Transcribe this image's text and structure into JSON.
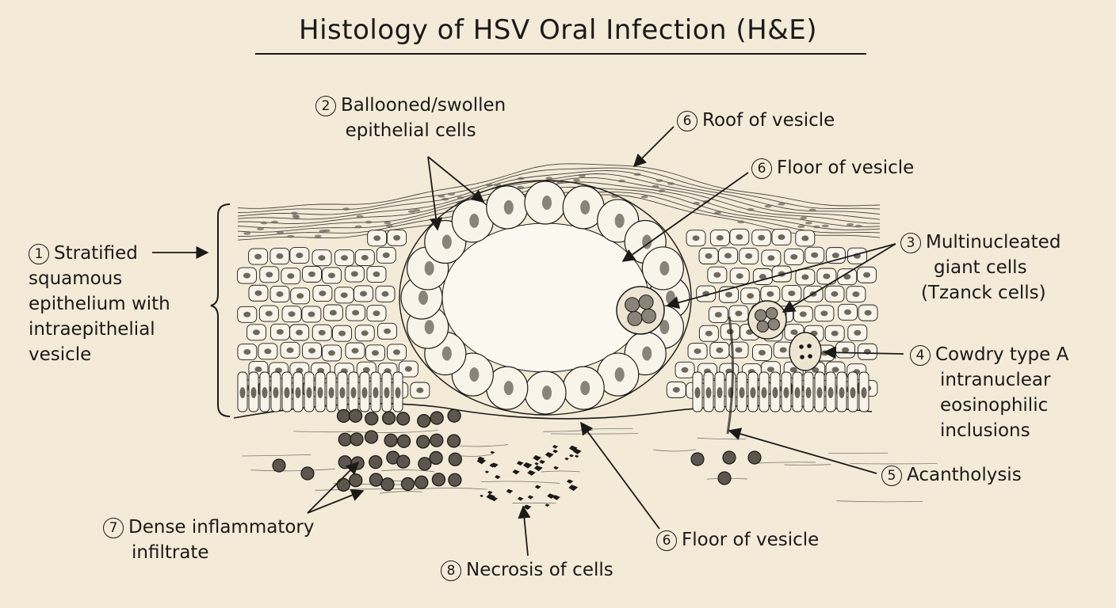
{
  "title": "Histology of HSV Oral Infection (H&E)",
  "labels": {
    "stratified": {
      "num": "1",
      "lines": [
        "Stratified",
        "squamous",
        "epithelium with",
        "intraepithelial",
        "vesicle"
      ]
    },
    "ballooned": {
      "num": "2",
      "lines": [
        "Ballooned/swollen",
        "epithelial cells"
      ]
    },
    "roof": {
      "num": "6",
      "lines": [
        "Roof of vesicle"
      ]
    },
    "floor_top": {
      "num": "6",
      "lines": [
        "Floor of vesicle"
      ]
    },
    "multinucleated": {
      "num": "3",
      "lines": [
        "Multinucleated",
        "giant cells",
        "(Tzanck cells)"
      ]
    },
    "cowdry": {
      "num": "4",
      "lines": [
        "Cowdry type A",
        "intranuclear",
        "eosinophilic",
        "inclusions"
      ]
    },
    "acantholysis": {
      "num": "5",
      "lines": [
        "Acantholysis"
      ]
    },
    "floor_bottom": {
      "num": "6",
      "lines": [
        "Floor of vesicle"
      ]
    },
    "inflammatory": {
      "num": "7",
      "lines": [
        "Dense inflammatory",
        "infiltrate"
      ]
    },
    "necrosis": {
      "num": "8",
      "lines": [
        "Necrosis of cells"
      ]
    }
  },
  "colors": {
    "paper": "#f3ebd8",
    "ink": "#1c1a17",
    "cell_fill": "#f8f4ea",
    "nucleus": "#6d675d"
  }
}
